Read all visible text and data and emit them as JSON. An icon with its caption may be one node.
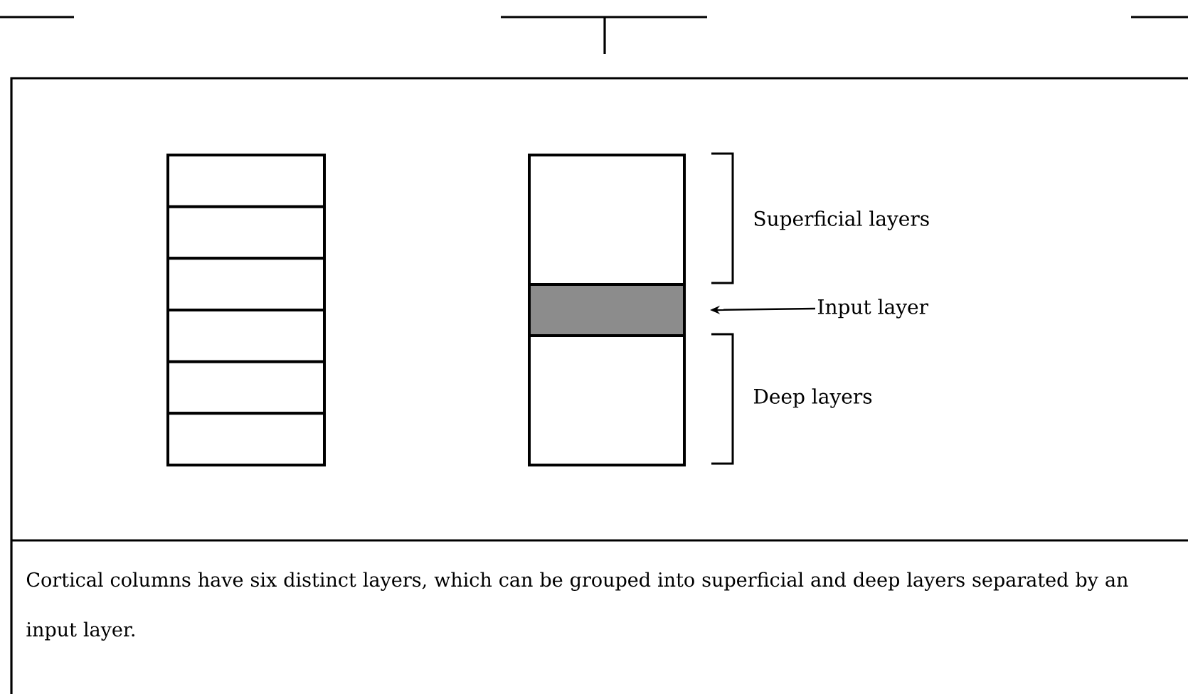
{
  "diagram": {
    "caption": "Cortical columns have six distinct layers, which can be grouped into superficial and deep layers separated by an input layer.",
    "nodes": [
      {
        "text": [],
        "shape": "box"
      },
      {
        "text": [],
        "shape": "box"
      },
      {
        "text": [],
        "shape": "box"
      },
      {
        "text": [],
        "shape": "box"
      },
      {
        "text": [],
        "shape": "box"
      },
      {
        "text": [],
        "shape": "box"
      },
      {
        "text": [],
        "shape": "box"
      },
      {
        "text": [],
        "shape": "box"
      },
      {
        "text": [],
        "shape": "box"
      },
      {
        "text": [
          "Input layer"
        ]
      }
    ],
    "edges": [
      {
        "from": 9,
        "to": 7,
        "arrow": "to"
      }
    ],
    "labels": [
      "Superficial layers",
      "Deep layers"
    ]
  }
}
